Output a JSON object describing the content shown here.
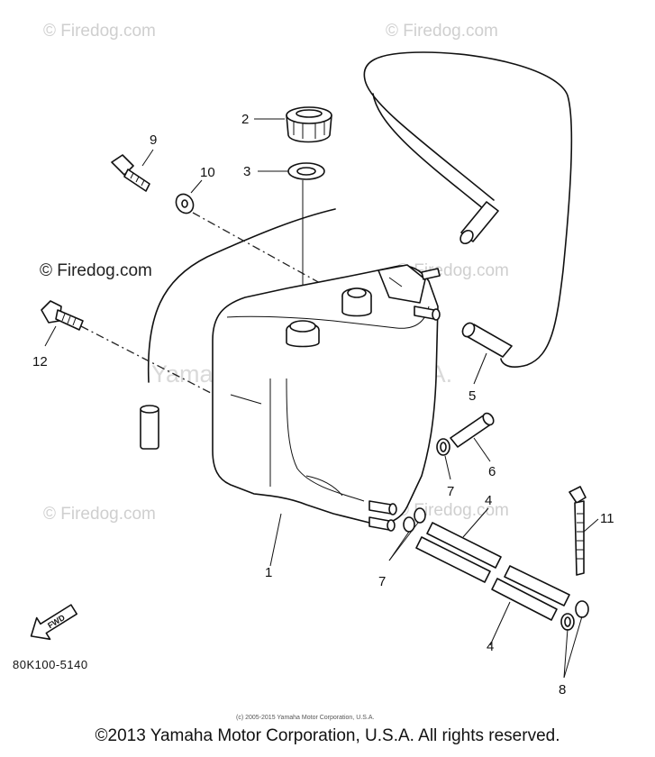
{
  "watermarks": {
    "top_left": "© Firedog.com",
    "top_right": "© Firedog.com",
    "mid_left": "© Firedog.com",
    "mid_right": "© Firedog.com",
    "lower_left": "© Firedog.com",
    "lower_right": "© Firedog.com",
    "center": "Yamaha Motor Corp, U.S.A."
  },
  "callouts": {
    "c1": "1",
    "c2": "2",
    "c3": "3",
    "c4a": "4",
    "c4b": "4",
    "c5": "5",
    "c6": "6",
    "c7a": "7",
    "c7b": "7",
    "c8": "8",
    "c9": "9",
    "c10": "10",
    "c11": "11",
    "c12": "12"
  },
  "fwd_label": "FWD",
  "diagram_code": "80K100-5140",
  "small_copyright": "(c) 2005-2015 Yamaha Motor Corporation, U.S.A.",
  "footer_copyright": "©2013 Yamaha Motor Corporation, U.S.A. All rights reserved."
}
